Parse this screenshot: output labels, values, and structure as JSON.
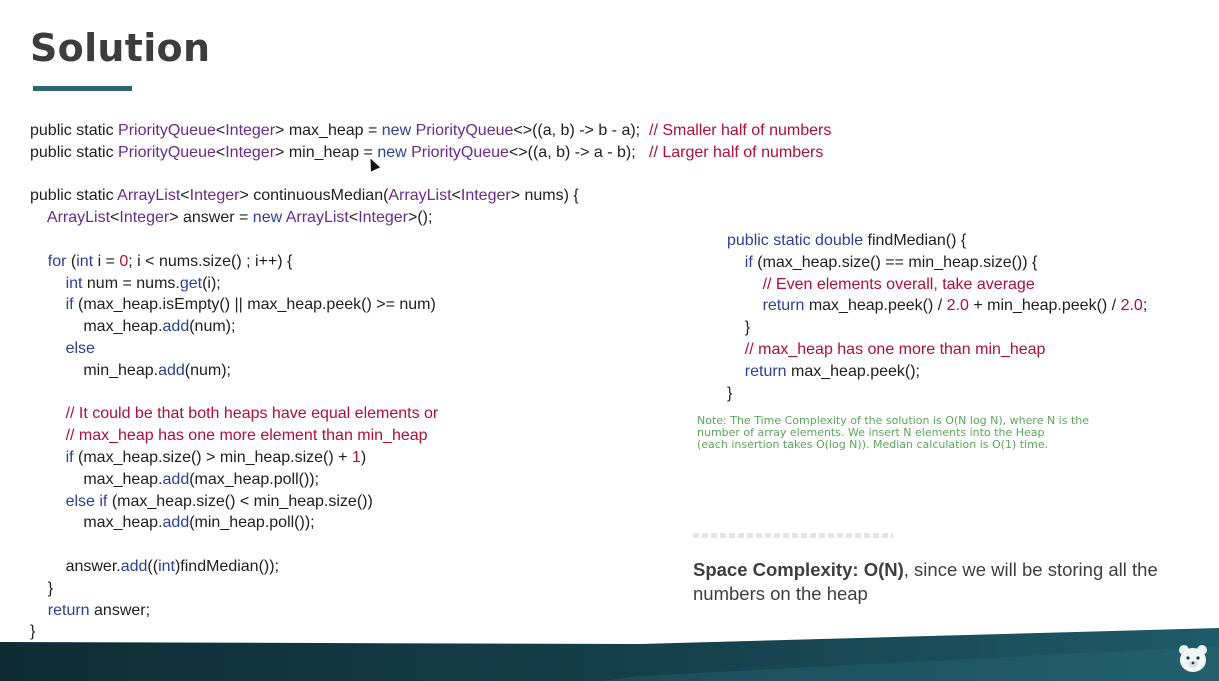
{
  "slide": {
    "title": "Solution"
  },
  "code_left": [
    [
      [
        "public static ",
        ""
      ],
      [
        "PriorityQueue",
        "type"
      ],
      [
        "<",
        ""
      ],
      [
        "Integer",
        "type"
      ],
      [
        "> max_heap = ",
        ""
      ],
      [
        "new ",
        "kw"
      ],
      [
        "PriorityQueue",
        "type"
      ],
      [
        "<>((a, b) -> b - a);  ",
        ""
      ],
      [
        "// Smaller half of numbers",
        "cm"
      ]
    ],
    [
      [
        "public static ",
        ""
      ],
      [
        "PriorityQueue",
        "type"
      ],
      [
        "<",
        ""
      ],
      [
        "Integer",
        "type"
      ],
      [
        "> min_heap = ",
        ""
      ],
      [
        "new ",
        "kw"
      ],
      [
        "PriorityQueue",
        "type"
      ],
      [
        "<>((a, b) -> a - b);   ",
        ""
      ],
      [
        "// Larger half of numbers",
        "cm"
      ]
    ],
    [],
    [
      [
        "public static ",
        ""
      ],
      [
        "ArrayList",
        "type"
      ],
      [
        "<",
        ""
      ],
      [
        "Integer",
        "type"
      ],
      [
        "> continuousMedian(",
        ""
      ],
      [
        "ArrayList",
        "type"
      ],
      [
        "<",
        ""
      ],
      [
        "Integer",
        "type"
      ],
      [
        "> nums) {",
        ""
      ]
    ],
    [
      [
        "    ",
        ""
      ],
      [
        "ArrayList",
        "type"
      ],
      [
        "<",
        ""
      ],
      [
        "Integer",
        "type"
      ],
      [
        "> answer = ",
        ""
      ],
      [
        "new ",
        "kw"
      ],
      [
        "ArrayList",
        "type"
      ],
      [
        "<",
        ""
      ],
      [
        "Integer",
        "type"
      ],
      [
        ">();",
        ""
      ]
    ],
    [],
    [
      [
        "    ",
        ""
      ],
      [
        "for ",
        "kw"
      ],
      [
        "(",
        ""
      ],
      [
        "int ",
        "kw"
      ],
      [
        "i = ",
        ""
      ],
      [
        "0",
        "num"
      ],
      [
        "; i < nums.size() ; i++) {",
        ""
      ]
    ],
    [
      [
        "        ",
        ""
      ],
      [
        "int ",
        "kw"
      ],
      [
        "num = nums.",
        ""
      ],
      [
        "get",
        "fn"
      ],
      [
        "(i);",
        ""
      ]
    ],
    [
      [
        "        ",
        ""
      ],
      [
        "if ",
        "kw"
      ],
      [
        "(max_heap.isEmpty() || max_heap.peek() >= num)",
        ""
      ]
    ],
    [
      [
        "            max_heap.",
        ""
      ],
      [
        "add",
        "fn"
      ],
      [
        "(num);",
        ""
      ]
    ],
    [
      [
        "        ",
        ""
      ],
      [
        "else",
        "kw"
      ]
    ],
    [
      [
        "            min_heap.",
        ""
      ],
      [
        "add",
        "fn"
      ],
      [
        "(num);",
        ""
      ]
    ],
    [],
    [
      [
        "        ",
        ""
      ],
      [
        "// It could be that both heaps have equal elements or",
        "cm"
      ]
    ],
    [
      [
        "        ",
        ""
      ],
      [
        "// max_heap has one more element than min_heap",
        "cm"
      ]
    ],
    [
      [
        "        ",
        ""
      ],
      [
        "if ",
        "kw"
      ],
      [
        "(max_heap.size() > min_heap.size() + ",
        ""
      ],
      [
        "1",
        "num"
      ],
      [
        ")",
        ""
      ]
    ],
    [
      [
        "            max_heap.",
        ""
      ],
      [
        "add",
        "fn"
      ],
      [
        "(max_heap.poll());",
        ""
      ]
    ],
    [
      [
        "        ",
        ""
      ],
      [
        "else if ",
        "kw"
      ],
      [
        "(max_heap.size() < min_heap.size())",
        ""
      ]
    ],
    [
      [
        "            max_heap.",
        ""
      ],
      [
        "add",
        "fn"
      ],
      [
        "(min_heap.poll());",
        ""
      ]
    ],
    [],
    [
      [
        "        answer.",
        ""
      ],
      [
        "add",
        "fn"
      ],
      [
        "((",
        ""
      ],
      [
        "int",
        "kw"
      ],
      [
        ")findMedian());",
        ""
      ]
    ],
    [
      [
        "    }",
        ""
      ]
    ],
    [
      [
        "    ",
        ""
      ],
      [
        "return ",
        "kw"
      ],
      [
        "answer;",
        ""
      ]
    ],
    [
      [
        "}",
        ""
      ]
    ]
  ],
  "code_right": [
    [
      [
        "public static double ",
        "kw"
      ],
      [
        "findMedian() {",
        ""
      ]
    ],
    [
      [
        "    ",
        ""
      ],
      [
        "if ",
        "kw"
      ],
      [
        "(max_heap.size() == min_heap.size()) {",
        ""
      ]
    ],
    [
      [
        "        ",
        ""
      ],
      [
        "// Even elements overall, take average",
        "cm"
      ]
    ],
    [
      [
        "        ",
        ""
      ],
      [
        "return ",
        "kw"
      ],
      [
        "max_heap.peek() / ",
        ""
      ],
      [
        "2.0",
        "num"
      ],
      [
        " + min_heap.peek() / ",
        ""
      ],
      [
        "2.0",
        "num"
      ],
      [
        ";",
        ""
      ]
    ],
    [
      [
        "    }",
        ""
      ]
    ],
    [
      [
        "    ",
        ""
      ],
      [
        "// max_heap has one more than min_heap",
        "cm"
      ]
    ],
    [
      [
        "    ",
        ""
      ],
      [
        "return ",
        "kw"
      ],
      [
        "max_heap.peek();",
        ""
      ]
    ],
    [
      [
        "}",
        ""
      ]
    ]
  ],
  "note": {
    "text": "Note: The Time Complexity of the solution is O(N log N), where N is the\nnumber of array elements. We insert N elements into the Heap\n(each insertion takes O(log N)). Median calculation is O(1) time."
  },
  "space": {
    "label": "Space Complexity",
    "value": "O(N)",
    "rest": ", since we will be storing all the numbers on the heap"
  }
}
